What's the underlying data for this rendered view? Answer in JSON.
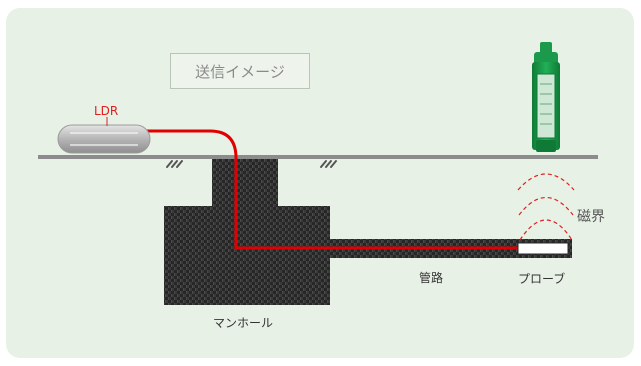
{
  "title": "送信イメージ",
  "labels": {
    "ldr": "LDR",
    "magnetic_field": "磁界",
    "probe": "プローブ",
    "pipe": "管路",
    "manhole": "マンホール"
  },
  "colors": {
    "background_panel": "#e8f1e6",
    "cable": "#e00000",
    "magnetic_field": "#e02020",
    "transmitter": "#1a9a4a",
    "ground": "#8c8c8c",
    "structure": "#2a2a2a"
  },
  "icons": [
    "ldr-device-icon",
    "transmitter-icon",
    "probe-icon",
    "hatch-marks-icon"
  ]
}
